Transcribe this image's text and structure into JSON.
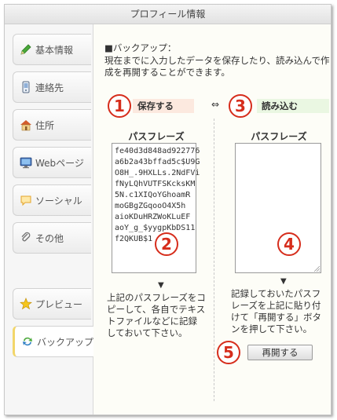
{
  "window": {
    "title": "プロフィール情報"
  },
  "sidebar": {
    "items": [
      {
        "label": "基本情報",
        "icon": "pencil-icon"
      },
      {
        "label": "連絡先",
        "icon": "phone-icon"
      },
      {
        "label": "住所",
        "icon": "house-icon"
      },
      {
        "label": "Webページ",
        "icon": "monitor-icon"
      },
      {
        "label": "ソーシャル",
        "icon": "speech-bubble-icon"
      },
      {
        "label": "その他",
        "icon": "paperclip-icon"
      },
      {
        "label": "プレビュー",
        "icon": "star-icon"
      },
      {
        "label": "バックアップ",
        "icon": "refresh-icon"
      }
    ],
    "active": "バックアップ"
  },
  "main": {
    "heading": "■バックアップ：",
    "description": "現在までに入力したデータを保存したり、読み込んで作成を再開することができます。",
    "step1": "1",
    "step2": "2",
    "step3": "3",
    "step4": "4",
    "step5": "5",
    "save_label": "保存する",
    "arrow": "⇔",
    "load_label": "読み込む",
    "save_column_title": "パスフレーズ",
    "load_column_title": "パスフレーズ",
    "passphrase": "fe40d3d848ad922776\na6b2a43bffad5c$U9G\nO8H_.9HXLLs.2NdFVi\nfNyLQhVUTFSKcksKM\n5N.c1XIQoYGhoamR\nmoGBgZGqooO4X5h\naioKDuHRZWoKLuEF\naoY_g_$yygpKbDS11\nf2QKUB$1",
    "save_instruction": "上記のパスフレーズをコピーして、各自でテキストファイルなどに記録しておいて下さい。",
    "load_instruction": "記録しておいたパスフレーズを上記に貼り付けて「再開する」ボタンを押して下さい。",
    "down_arrow": "▼",
    "restart_button": "再開する"
  },
  "colors": {
    "accent_red": "#d62d1c",
    "active_tab_accent": "#f2d66a",
    "save_bg": "#fce9df",
    "load_bg": "#eaf7e2"
  }
}
